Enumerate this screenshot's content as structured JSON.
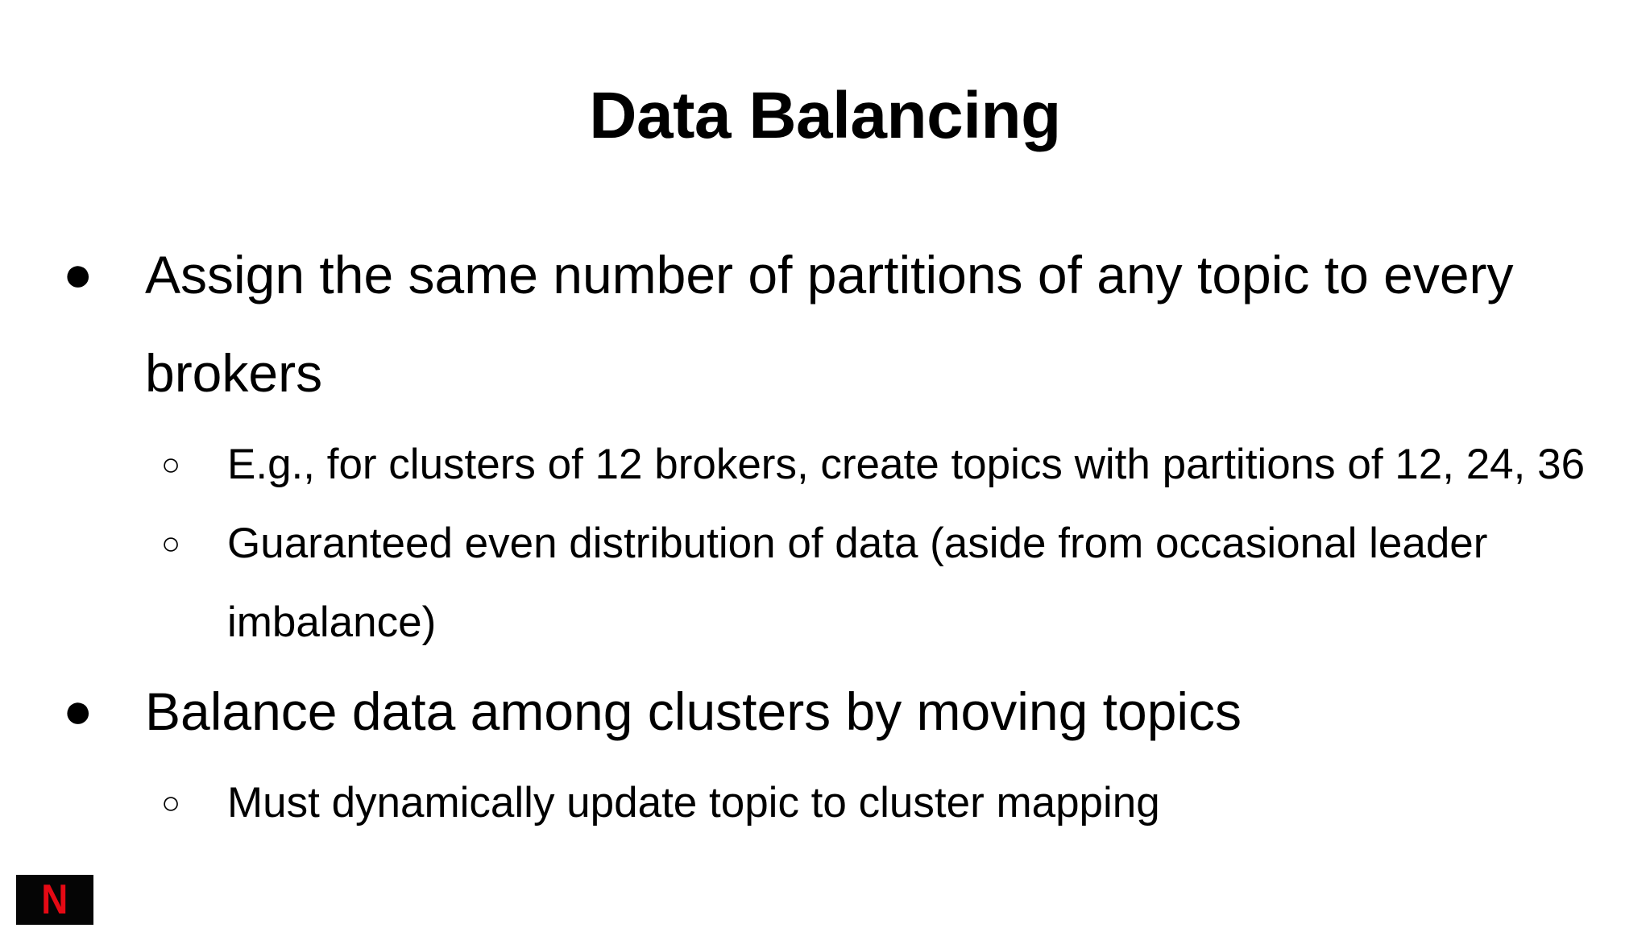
{
  "slide": {
    "title": "Data Balancing",
    "background_color": "#ffffff",
    "text_color": "#000000",
    "bullets": [
      {
        "level": 1,
        "marker": "●",
        "marker_name": "filled-bullet-icon",
        "text": "Assign the same number of partitions of any topic to every brokers"
      },
      {
        "level": 2,
        "marker": "○",
        "marker_name": "hollow-bullet-icon",
        "text": "E.g., for clusters of 12 brokers, create topics with partitions of 12, 24, 36"
      },
      {
        "level": 2,
        "marker": "○",
        "marker_name": "hollow-bullet-icon",
        "text": "Guaranteed even distribution of data (aside from occasional leader imbalance)"
      },
      {
        "level": 1,
        "marker": "●",
        "marker_name": "filled-bullet-icon",
        "text": "Balance data among clusters by moving topics"
      },
      {
        "level": 2,
        "marker": "○",
        "marker_name": "hollow-bullet-icon",
        "text": "Must dynamically update topic to cluster mapping"
      }
    ]
  },
  "brand": {
    "name": "netflix-logo",
    "letter": "N",
    "letter_color": "#e50914",
    "background_color": "#050505"
  }
}
